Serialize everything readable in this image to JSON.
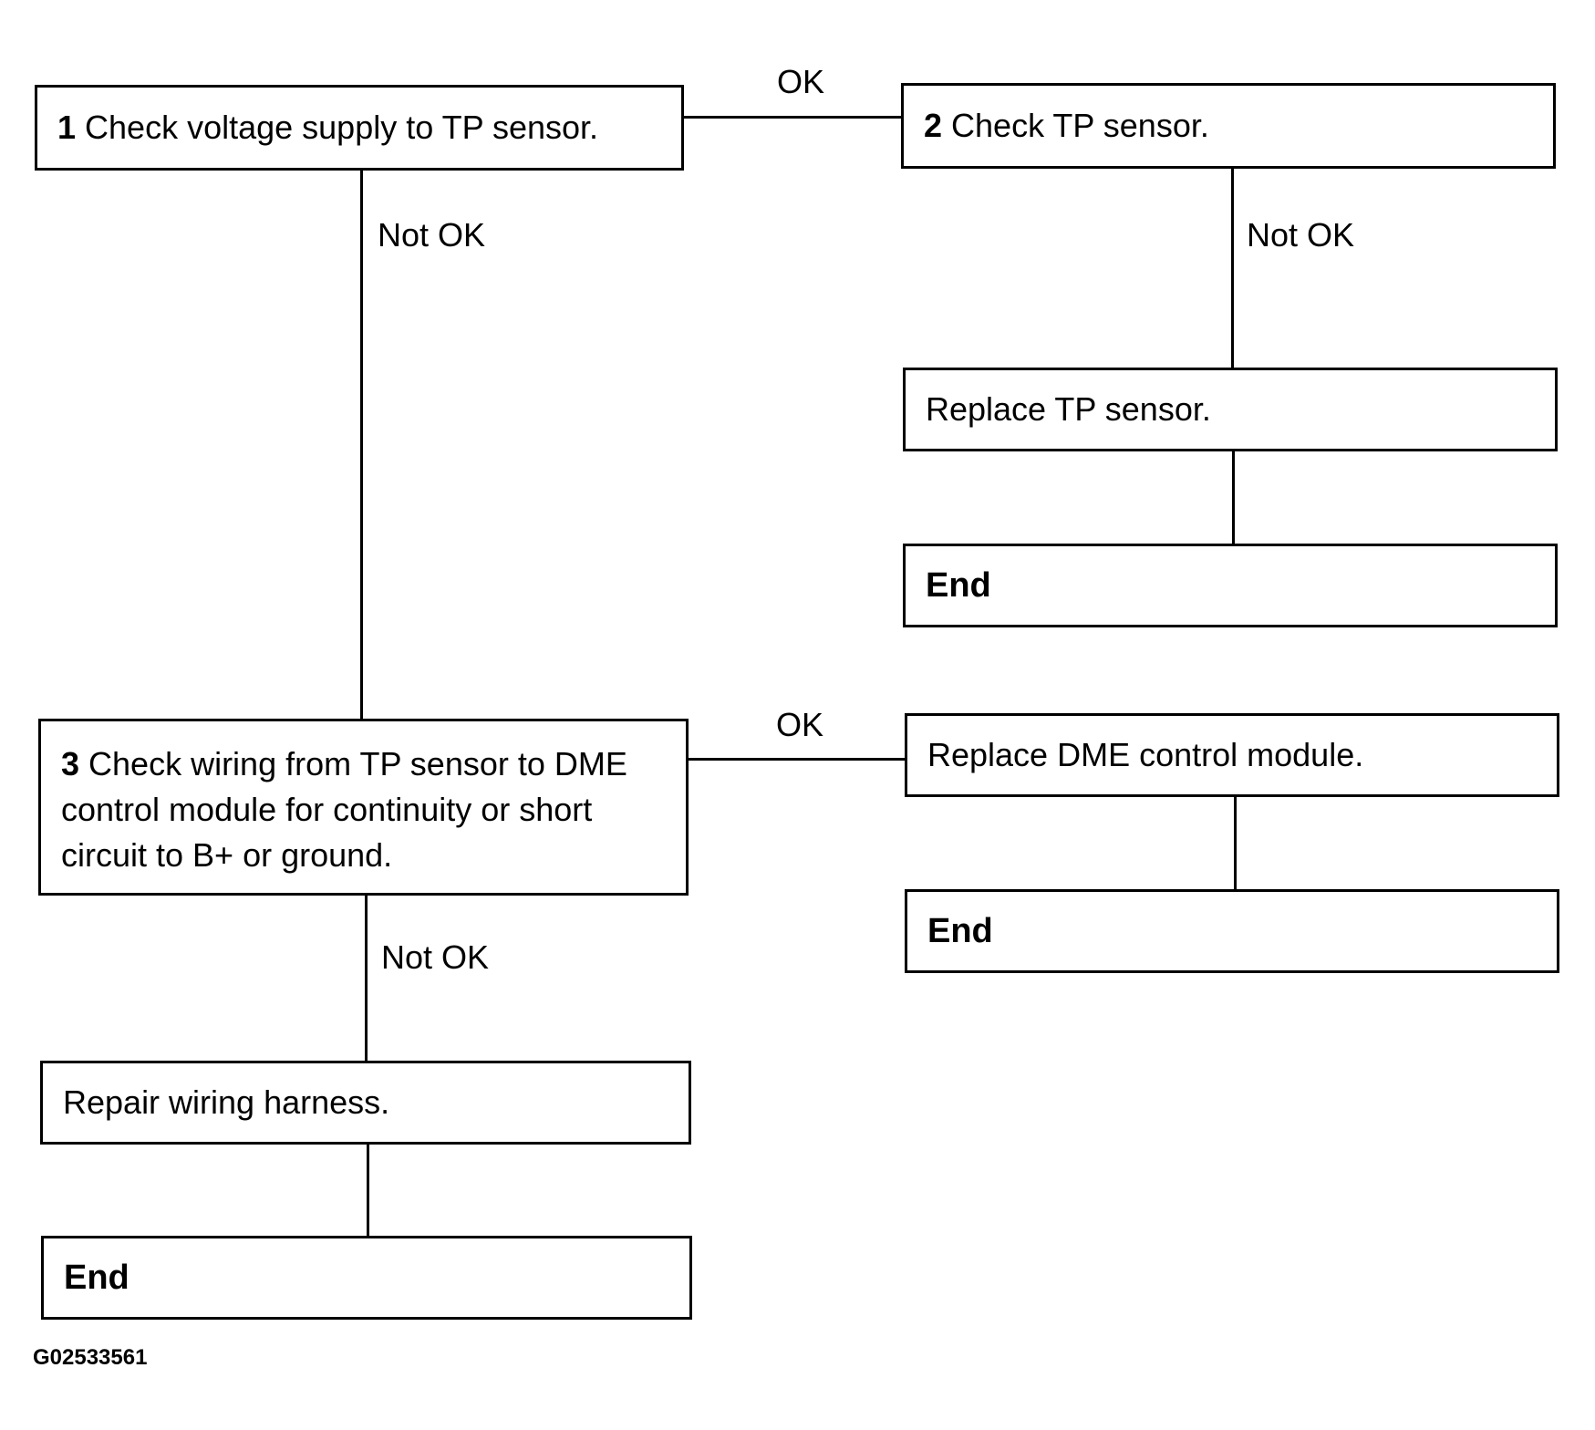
{
  "boxes": {
    "step1": {
      "number": "1",
      "text": "Check voltage supply to TP sensor."
    },
    "step2": {
      "number": "2",
      "text": "Check TP sensor."
    },
    "replace_tp": {
      "text": "Replace TP sensor."
    },
    "end_a": {
      "text": "End"
    },
    "step3": {
      "number": "3",
      "text": "Check wiring from TP sensor to DME control module for continuity or short circuit to B+ or ground."
    },
    "replace_dme": {
      "text": "Replace DME control module."
    },
    "end_b": {
      "text": "End"
    },
    "repair_harness": {
      "text": "Repair wiring harness."
    },
    "end_c": {
      "text": "End"
    }
  },
  "labels": {
    "ok_1_2": "OK",
    "notok_1_3": "Not OK",
    "notok_2_replace": "Not OK",
    "ok_3_dme": "OK",
    "notok_3_repair": "Not OK"
  },
  "figure_code": "G02533561"
}
